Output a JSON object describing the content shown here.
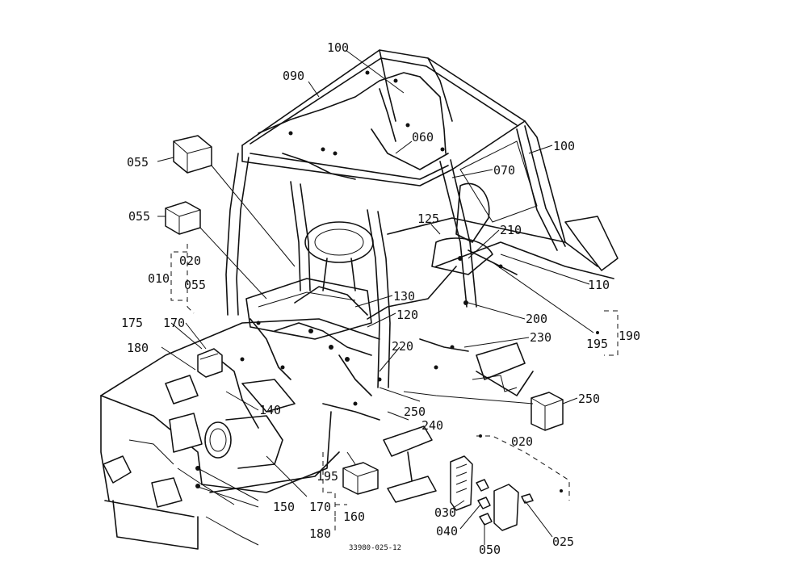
{
  "drawing_code": "33980-025-12",
  "callouts": {
    "c100_top": "100",
    "c090": "090",
    "c060": "060",
    "c100_right": "100",
    "c070": "070",
    "c055_a": "055",
    "c055_b": "055",
    "c125": "125",
    "c210": "210",
    "c020_a": "020",
    "c010": "010",
    "c055_c": "055",
    "c110": "110",
    "c130": "130",
    "c120": "120",
    "c200": "200",
    "c175": "175",
    "c170_a": "170",
    "c230": "230",
    "c195_a": "195",
    "c190": "190",
    "c180_a": "180",
    "c220": "220",
    "c250_a": "250",
    "c140": "140",
    "c250_b": "250",
    "c240": "240",
    "c020_b": "020",
    "c195_b": "195",
    "c150": "150",
    "c170_b": "170",
    "c160": "160",
    "c180_b": "180",
    "c030": "030",
    "c040": "040",
    "c050": "050",
    "c025": "025"
  }
}
